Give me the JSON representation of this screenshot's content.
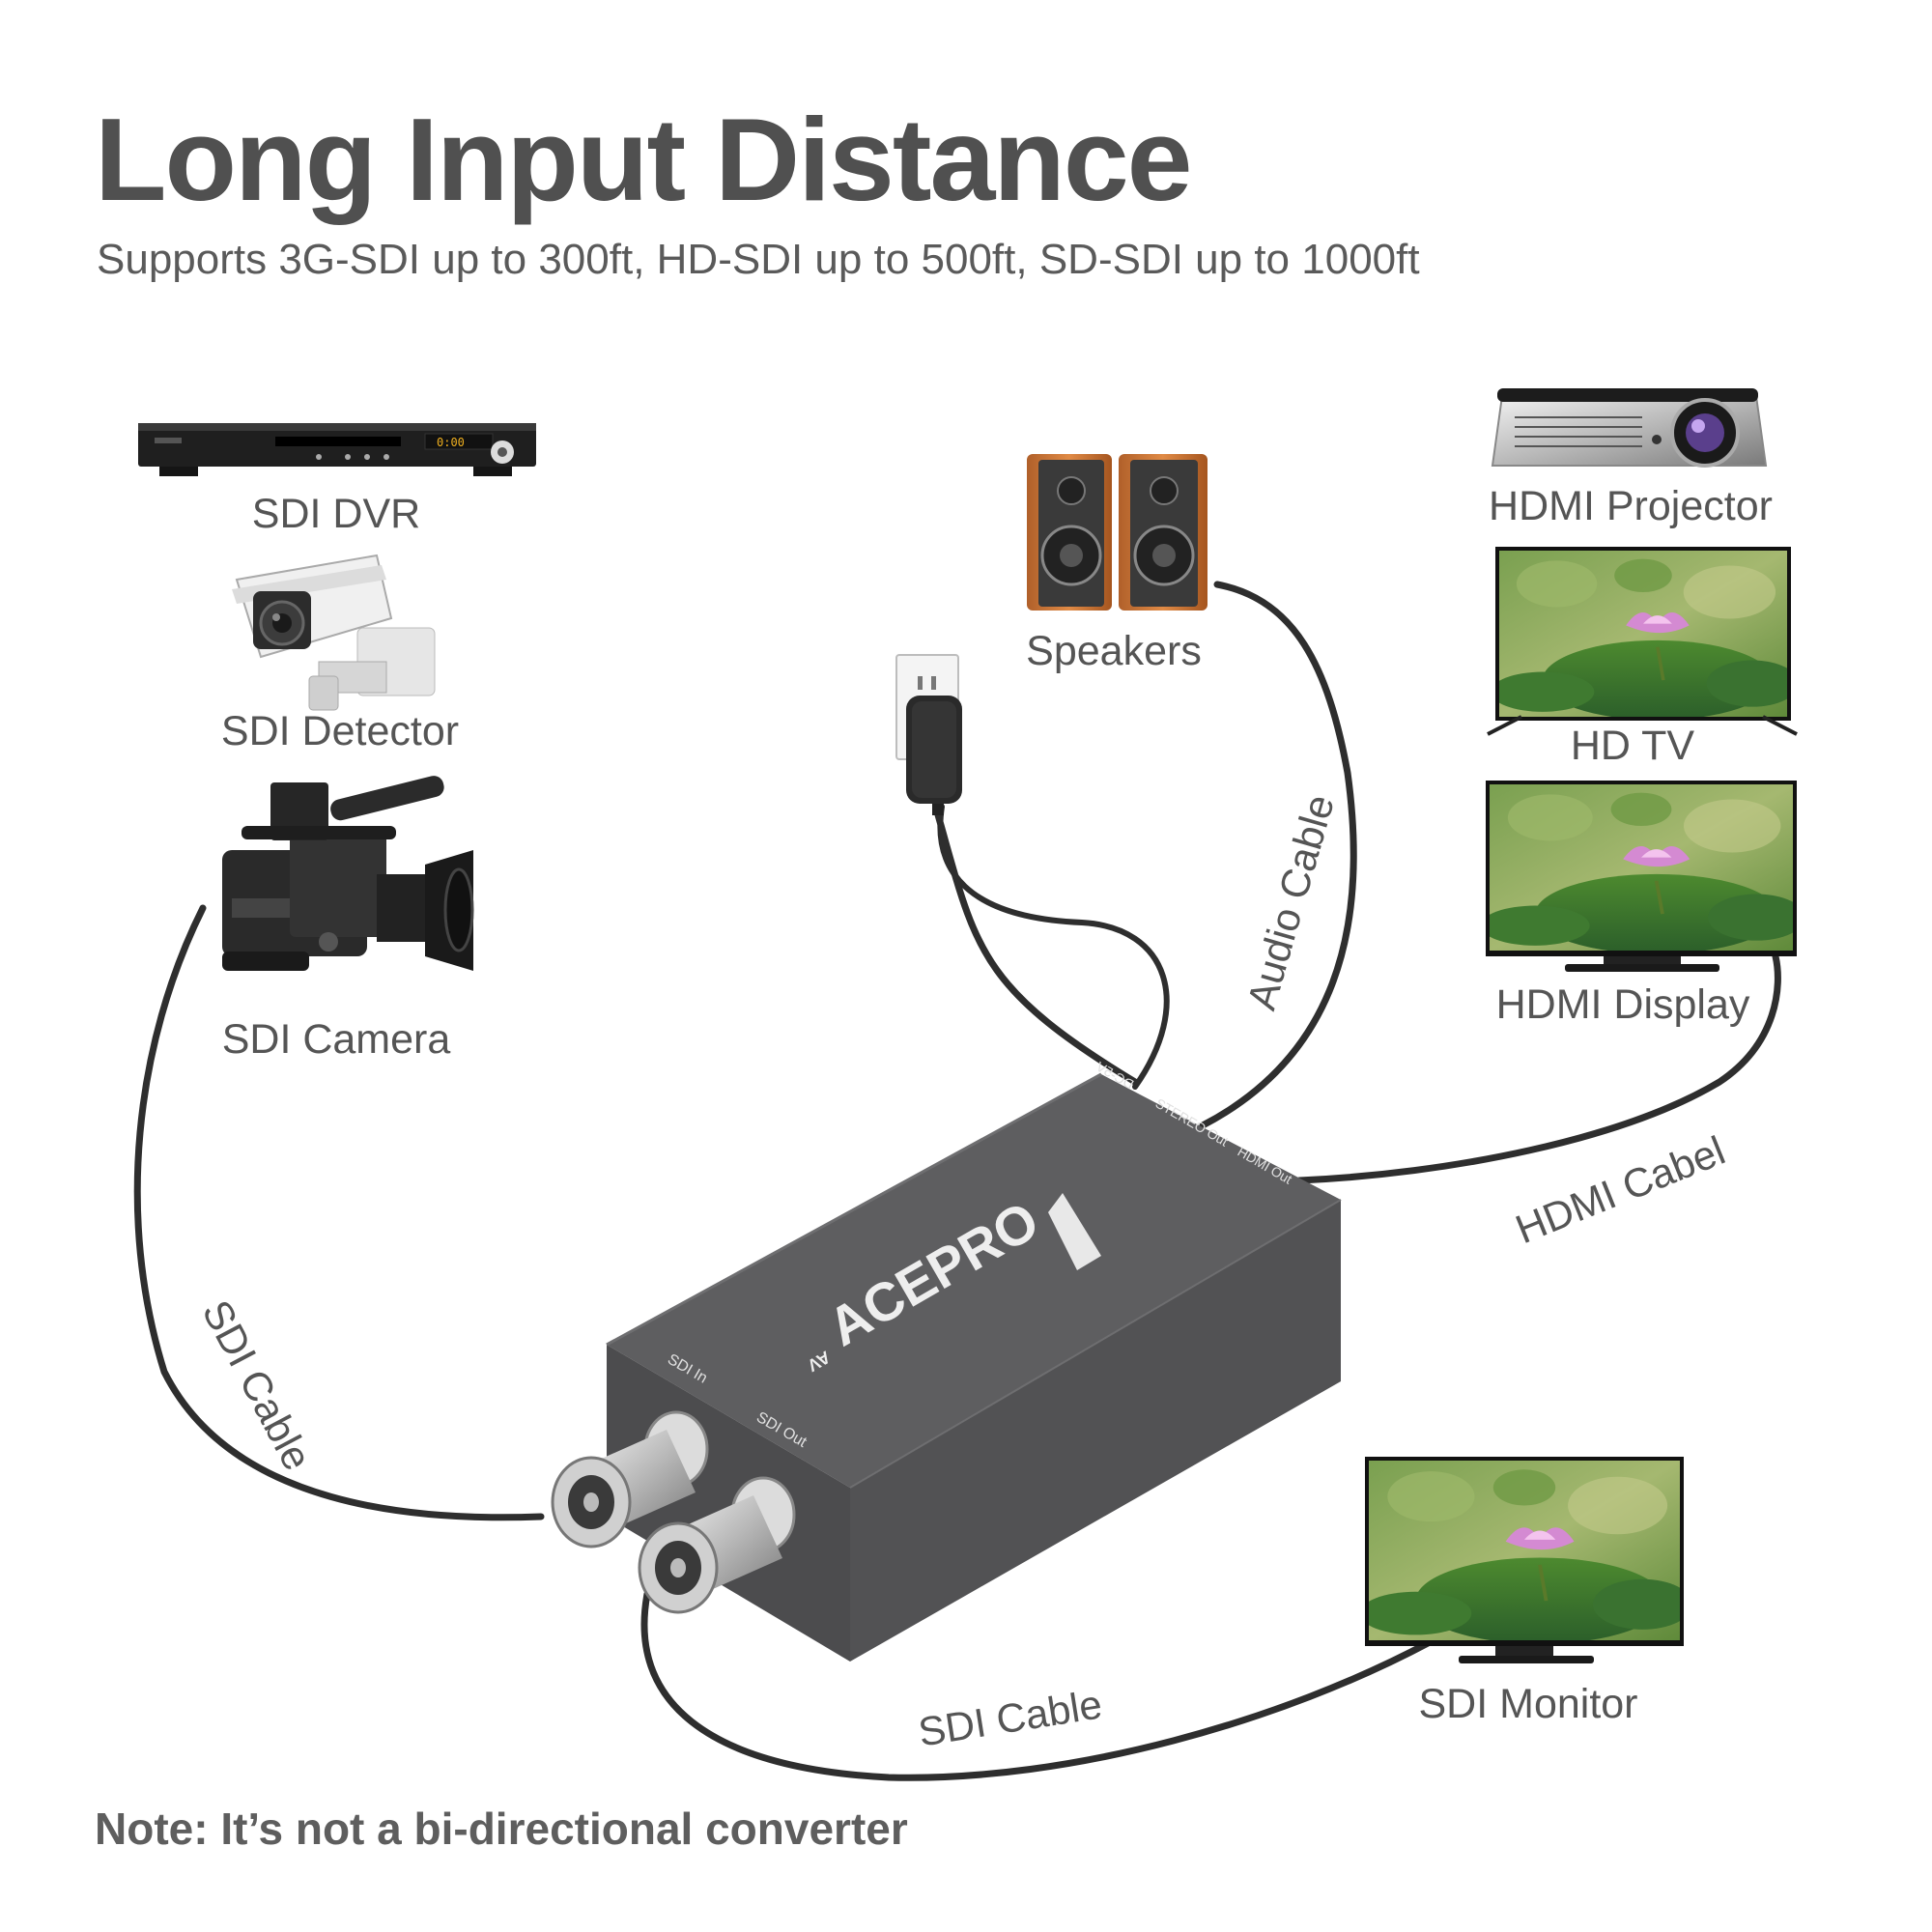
{
  "title": "Long Input Distance",
  "subtitle": "Supports 3G-SDI up to 300ft, HD-SDI up to 500ft, SD-SDI up to 1000ft",
  "note": "Note: It’s not a bi-directional converter",
  "devices": {
    "dvr": "SDI DVR",
    "detector": "SDI Detector",
    "camera": "SDI Camera",
    "speakers": "Speakers",
    "projector": "HDMI Projector",
    "hdtv": "HD TV",
    "display": "HDMI Display",
    "monitor": "SDI Monitor"
  },
  "cables": {
    "audio": "Audio Cable",
    "hdmi": "HDMI Cabel",
    "sdi_in": "SDI Cable",
    "sdi_out": "SDI Cable"
  },
  "converter": {
    "brand": "ACEPRO",
    "brand_suffix": "AV",
    "port_dc": "DC-5V",
    "port_stereo": "STEREO Out",
    "port_hdmi": "HDMI Out",
    "port_sdi_in": "SDI In",
    "port_sdi_out": "SDI Out"
  },
  "colors": {
    "converter_body": "#5a5a5c",
    "cable": "#2e2e2e",
    "text": "#555555",
    "title": "#505050"
  }
}
